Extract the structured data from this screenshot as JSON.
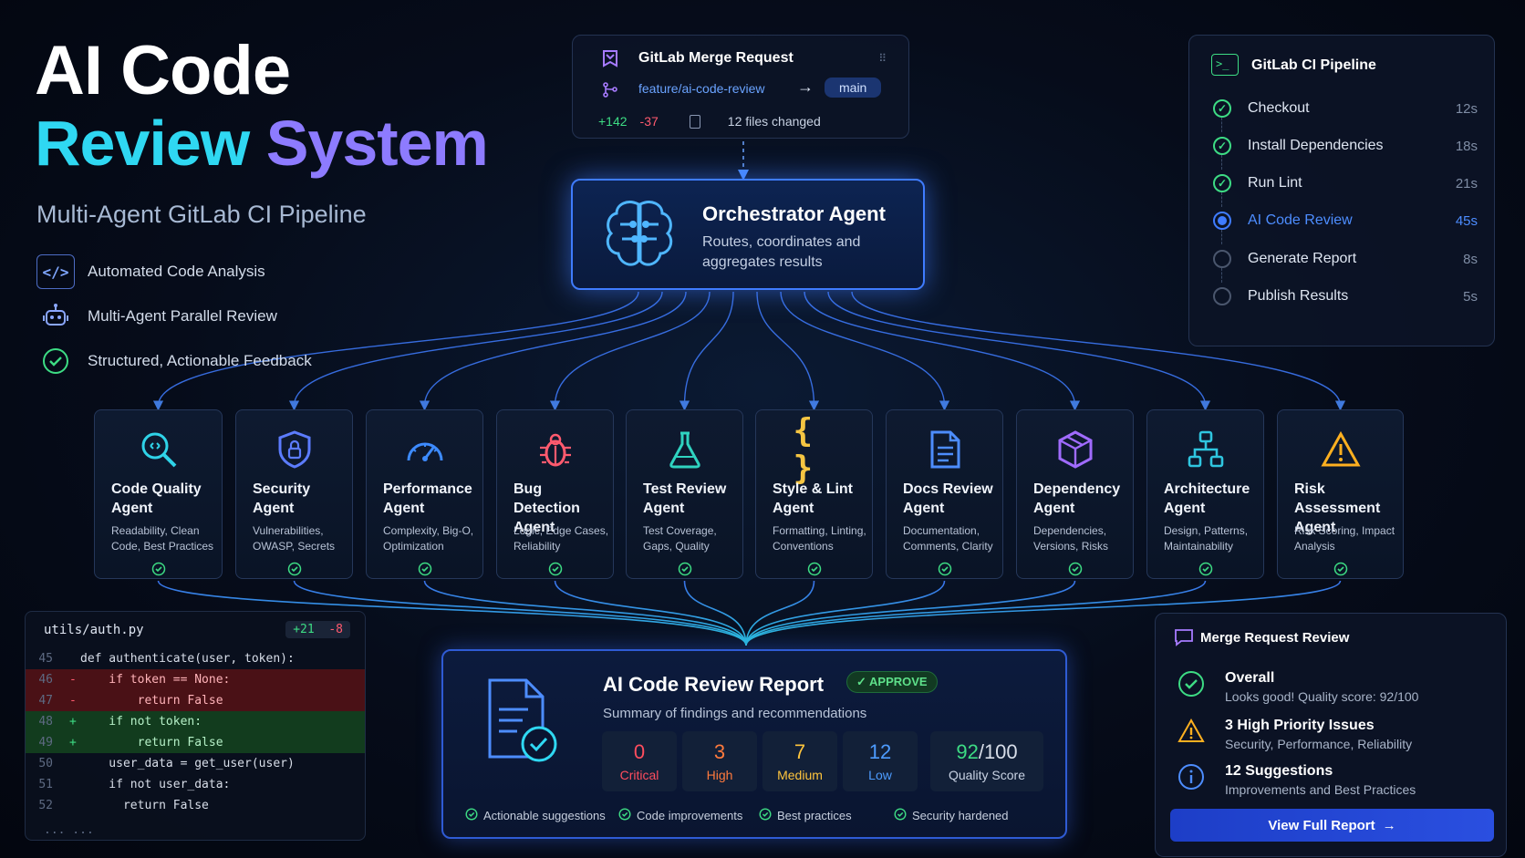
{
  "title": {
    "line1": "AI Code",
    "line2a": "Review",
    "line2b": "System",
    "subtitle": "Multi-Agent GitLab CI Pipeline"
  },
  "features": [
    "Automated Code Analysis",
    "Multi-Agent Parallel Review",
    "Structured, Actionable Feedback"
  ],
  "merge_request": {
    "title": "GitLab Merge Request",
    "source_branch": "feature/ai-code-review",
    "target_branch": "main",
    "additions": "+142",
    "deletions": "-37",
    "files": "12 files changed"
  },
  "orchestrator": {
    "title": "Orchestrator Agent",
    "description": "Routes, coordinates and aggregates results"
  },
  "pipeline": {
    "title": "GitLab CI Pipeline",
    "stages": [
      {
        "name": "Checkout",
        "time": "12s",
        "status": "done"
      },
      {
        "name": "Install Dependencies",
        "time": "18s",
        "status": "done"
      },
      {
        "name": "Run Lint",
        "time": "21s",
        "status": "done"
      },
      {
        "name": "AI Code Review",
        "time": "45s",
        "status": "running"
      },
      {
        "name": "Generate Report",
        "time": "8s",
        "status": "pending"
      },
      {
        "name": "Publish Results",
        "time": "5s",
        "status": "pending"
      }
    ]
  },
  "agents": [
    {
      "name": "Code Quality Agent",
      "desc": "Readability, Clean Code, Best Practices",
      "icon": "magnifier-code-icon",
      "color": "#2fd3e8"
    },
    {
      "name": "Security Agent",
      "desc": "Vulnerabilities, OWASP, Secrets",
      "icon": "shield-lock-icon",
      "color": "#5c7cff"
    },
    {
      "name": "Performance Agent",
      "desc": "Complexity, Big-O, Optimization",
      "icon": "speedometer-icon",
      "color": "#3d8bff"
    },
    {
      "name": "Bug Detection Agent",
      "desc": "Logic, Edge Cases, Reliability",
      "icon": "bug-icon",
      "color": "#ff5a6e"
    },
    {
      "name": "Test Review Agent",
      "desc": "Test Coverage, Gaps, Quality",
      "icon": "flask-icon",
      "color": "#2fd3c0"
    },
    {
      "name": "Style & Lint Agent",
      "desc": "Formatting, Linting, Conventions",
      "icon": "braces-icon",
      "color": "#f5c542"
    },
    {
      "name": "Docs Review Agent",
      "desc": "Documentation, Comments, Clarity",
      "icon": "document-icon",
      "color": "#4d8dff"
    },
    {
      "name": "Dependency Agent",
      "desc": "Dependencies, Versions, Risks",
      "icon": "package-icon",
      "color": "#a06bff"
    },
    {
      "name": "Architecture Agent",
      "desc": "Design, Patterns, Maintainability",
      "icon": "hierarchy-icon",
      "color": "#2fc6e0"
    },
    {
      "name": "Risk Assessment Agent",
      "desc": "Risk Scoring, Impact Analysis",
      "icon": "warning-icon",
      "color": "#ffb020"
    }
  ],
  "code": {
    "filename": "utils/auth.py",
    "additions": "+21",
    "deletions": "-8",
    "lines": [
      {
        "n": "45",
        "mark": "",
        "type": "ctx",
        "text": "def authenticate(user, token):"
      },
      {
        "n": "46",
        "mark": "-",
        "type": "del",
        "text": "    if token == None:"
      },
      {
        "n": "47",
        "mark": "-",
        "type": "del",
        "text": "        return False"
      },
      {
        "n": "48",
        "mark": "+",
        "type": "add",
        "text": "    if not token:"
      },
      {
        "n": "49",
        "mark": "+",
        "type": "add",
        "text": "        return False"
      },
      {
        "n": "50",
        "mark": "",
        "type": "ctx",
        "text": "    user_data = get_user(user)"
      },
      {
        "n": "51",
        "mark": "",
        "type": "ctx",
        "text": "    if not user_data:"
      },
      {
        "n": "52",
        "mark": "",
        "type": "ctx",
        "text": "      return False"
      }
    ]
  },
  "report": {
    "title": "AI Code Review Report",
    "badge": "APPROVE",
    "subtitle": "Summary of findings and recommendations",
    "severities": [
      {
        "value": "0",
        "label": "Critical",
        "color": "#ff4d5e"
      },
      {
        "value": "3",
        "label": "High",
        "color": "#ff7a3d"
      },
      {
        "value": "7",
        "label": "Medium",
        "color": "#ffc53d"
      },
      {
        "value": "12",
        "label": "Low",
        "color": "#4d9cff"
      }
    ],
    "score": {
      "value": "92",
      "suffix": "/100",
      "label": "Quality Score"
    },
    "checks": [
      "Actionable suggestions",
      "Code improvements",
      "Best practices",
      "Security hardened"
    ]
  },
  "review": {
    "title": "Merge Request Review",
    "items": [
      {
        "title": "Overall",
        "desc": "Looks good! Quality score: 92/100",
        "icon": "check-circle-icon"
      },
      {
        "title": "3 High Priority Issues",
        "desc": "Security, Performance, Reliability",
        "icon": "warning-icon"
      },
      {
        "title": "12 Suggestions",
        "desc": "Improvements and Best Practices",
        "icon": "info-icon"
      }
    ],
    "button": "View Full Report"
  }
}
